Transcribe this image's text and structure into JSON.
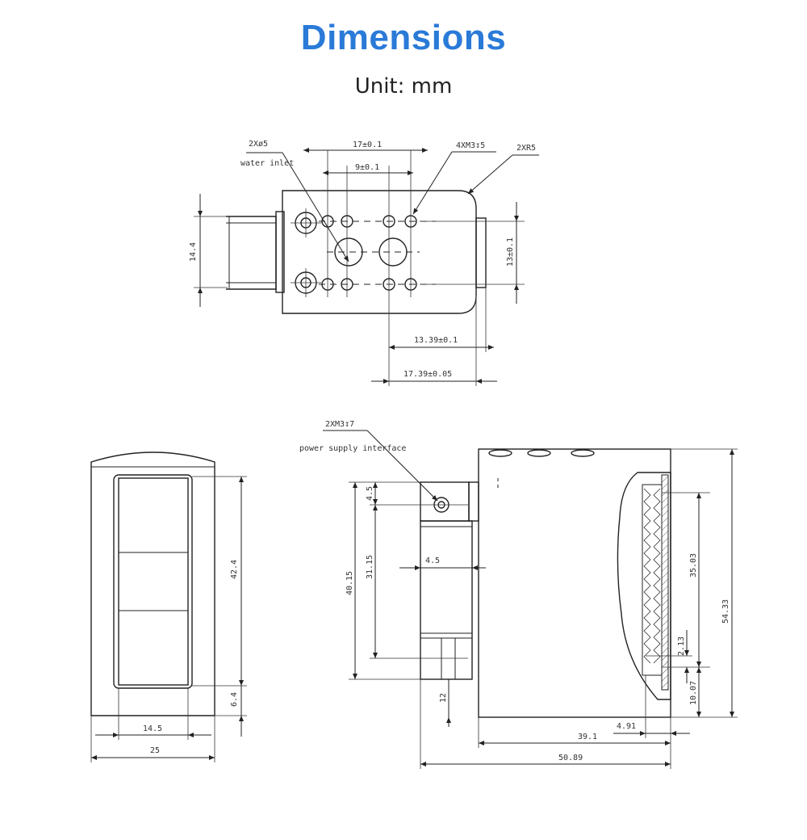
{
  "header": {
    "title": "Dimensions",
    "unit": "Unit: mm"
  },
  "top_view": {
    "labels": {
      "water_inlet_count": "2Xø5",
      "water_inlet": "water inlet",
      "hole_spacing_17": "17±0.1",
      "hole_spacing_9": "9±0.1",
      "threaded_holes": "4XM3↧5",
      "corner_radius": "2XR5",
      "height_14_4": "14.4",
      "height_13": "13±0.1",
      "offset_13_39": "13.39±0.1",
      "offset_17_39": "17.39±0.05"
    }
  },
  "side_view_left": {
    "labels": {
      "height_42_4": "42.4",
      "offset_6_4": "6.4",
      "width_14_5": "14.5",
      "width_25": "25"
    }
  },
  "side_view_right": {
    "labels": {
      "power_thread": "2XM3↧7",
      "power_interface": "power supply interface",
      "offset_4_5_top": "4.5",
      "offset_4_5": "4.5",
      "height_31_15": "31.15",
      "height_40_15": "40.15",
      "offset_12": "12",
      "height_35_03": "35.03",
      "height_54_33": "54.33",
      "offset_2_13": "2.13",
      "offset_10_07": "10.07",
      "width_4_91": "4.91",
      "width_39_1": "39.1",
      "width_50_89": "50.89"
    }
  }
}
